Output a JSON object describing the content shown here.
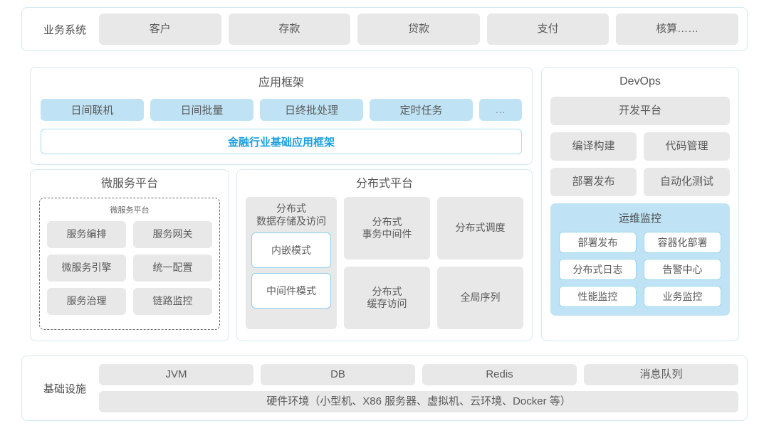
{
  "business_system": {
    "label": "业务系统",
    "items": [
      "客户",
      "存款",
      "贷款",
      "支付",
      "核算……"
    ]
  },
  "app_framework": {
    "title": "应用框架",
    "items": [
      "日间联机",
      "日间批量",
      "日终批处理",
      "定时任务"
    ],
    "more": "...",
    "banner": "金融行业基础应用框架"
  },
  "microservice_platform": {
    "title": "微服务平台",
    "inner_title": "微服务平台",
    "items": [
      "服务编排",
      "服务网关",
      "微服务引擎",
      "统一配置",
      "服务治理",
      "链路监控"
    ]
  },
  "distributed_platform": {
    "title": "分布式平台",
    "storage": {
      "title": "分布式\n数据存储及访问",
      "title_line1": "分布式",
      "title_line2": "数据存储及访问",
      "modes": [
        "内嵌模式",
        "中间件模式"
      ]
    },
    "items": [
      {
        "line1": "分布式",
        "line2": "事务中间件"
      },
      {
        "line1": "分布式调度",
        "line2": ""
      },
      {
        "line1": "分布式",
        "line2": "缓存访问"
      },
      {
        "line1": "全局序列",
        "line2": ""
      }
    ]
  },
  "devops": {
    "title": "DevOps",
    "platform": "开发平台",
    "items": [
      "编译构建",
      "代码管理",
      "部署发布",
      "自动化测试"
    ],
    "ops_monitor": {
      "title": "运维监控",
      "items": [
        "部署发布",
        "容器化部署",
        "分布式日志",
        "告警中心",
        "性能监控",
        "业务监控"
      ]
    }
  },
  "infrastructure": {
    "label": "基础设施",
    "items": [
      "JVM",
      "DB",
      "Redis",
      "消息队列"
    ],
    "hardware": "硬件环境（小型机、X86 服务器、虚拟机、云环境、Docker 等）"
  },
  "colors": {
    "panel_border": "#d6e9f2",
    "chip_gray": "#e8e8e8",
    "chip_blue": "#bfe3f5",
    "accent_blue": "#1a9fe0",
    "text_gray": "#5a5a5a"
  }
}
